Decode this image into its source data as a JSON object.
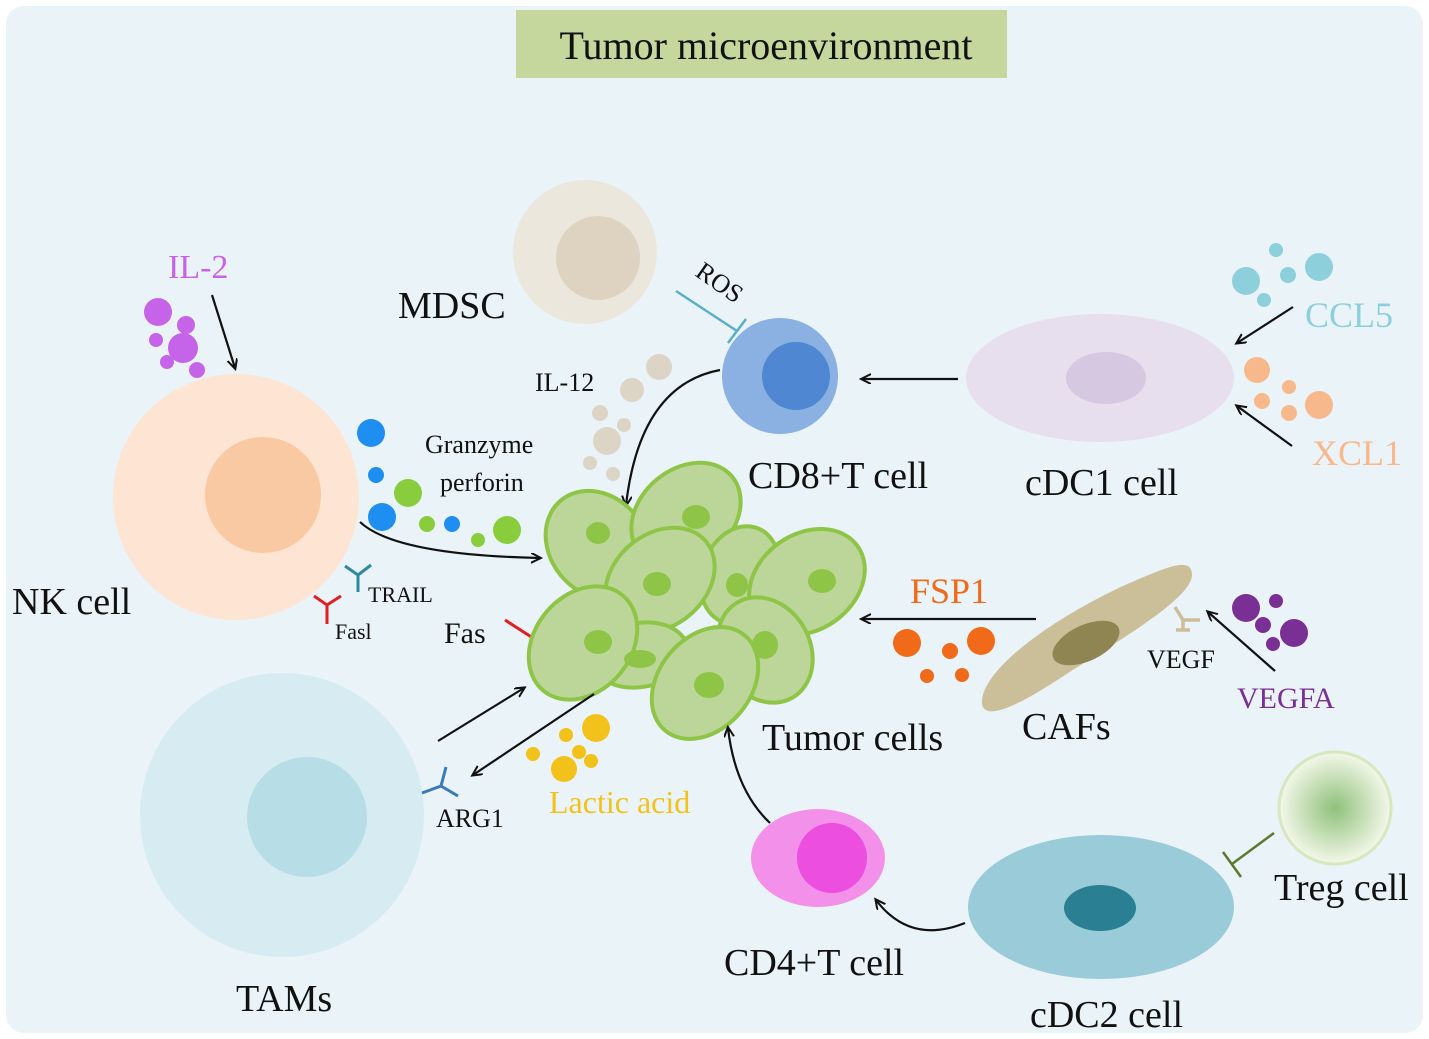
{
  "title": "Tumor microenvironment",
  "colors": {
    "background": "#eaf3f8",
    "title_box": "#c5d79d",
    "il2": "#c564e8",
    "ccl5": "#8ecfdc",
    "xcl1": "#f7b98c",
    "fsp1": "#f06a1a",
    "vegfa": "#7a2f95",
    "lactic": "#f2c21b",
    "tumor_fill": "#bcd69a",
    "tumor_stroke": "#8ec547",
    "granzyme_blue": "#1e8ff0",
    "granzyme_green": "#8acd3c",
    "il12": "#dcd5c6",
    "fas_red": "#e02020",
    "trail_teal": "#2e8a9a",
    "arg1_blue": "#3b7ab8",
    "ros_line": "#5aafc8",
    "treg_line": "#5b7a2e"
  },
  "labels": {
    "il2": "IL-2",
    "nk_cell": "NK cell",
    "mdsc": "MDSC",
    "ros": "ROS",
    "il12": "IL-12",
    "granzyme": "Granzyme",
    "perforin": "perforin",
    "cd8_t_cell": "CD8+T cell",
    "cdc1_cell": "cDC1 cell",
    "ccl5": "CCL5",
    "xcl1": "XCL1",
    "trail": "TRAIL",
    "fasl": "Fasl",
    "fas": "Fas",
    "fsp1": "FSP1",
    "vegf": "VEGF",
    "vegfa": "VEGFA",
    "cafs": "CAFs",
    "tumor_cells": "Tumor cells",
    "tams": "TAMs",
    "arg1": "ARG1",
    "lactic_acid": "Lactic acid",
    "cd4_t_cell": "CD4+T cell",
    "cdc2_cell": "cDC2 cell",
    "treg_cell": "Treg cell"
  }
}
